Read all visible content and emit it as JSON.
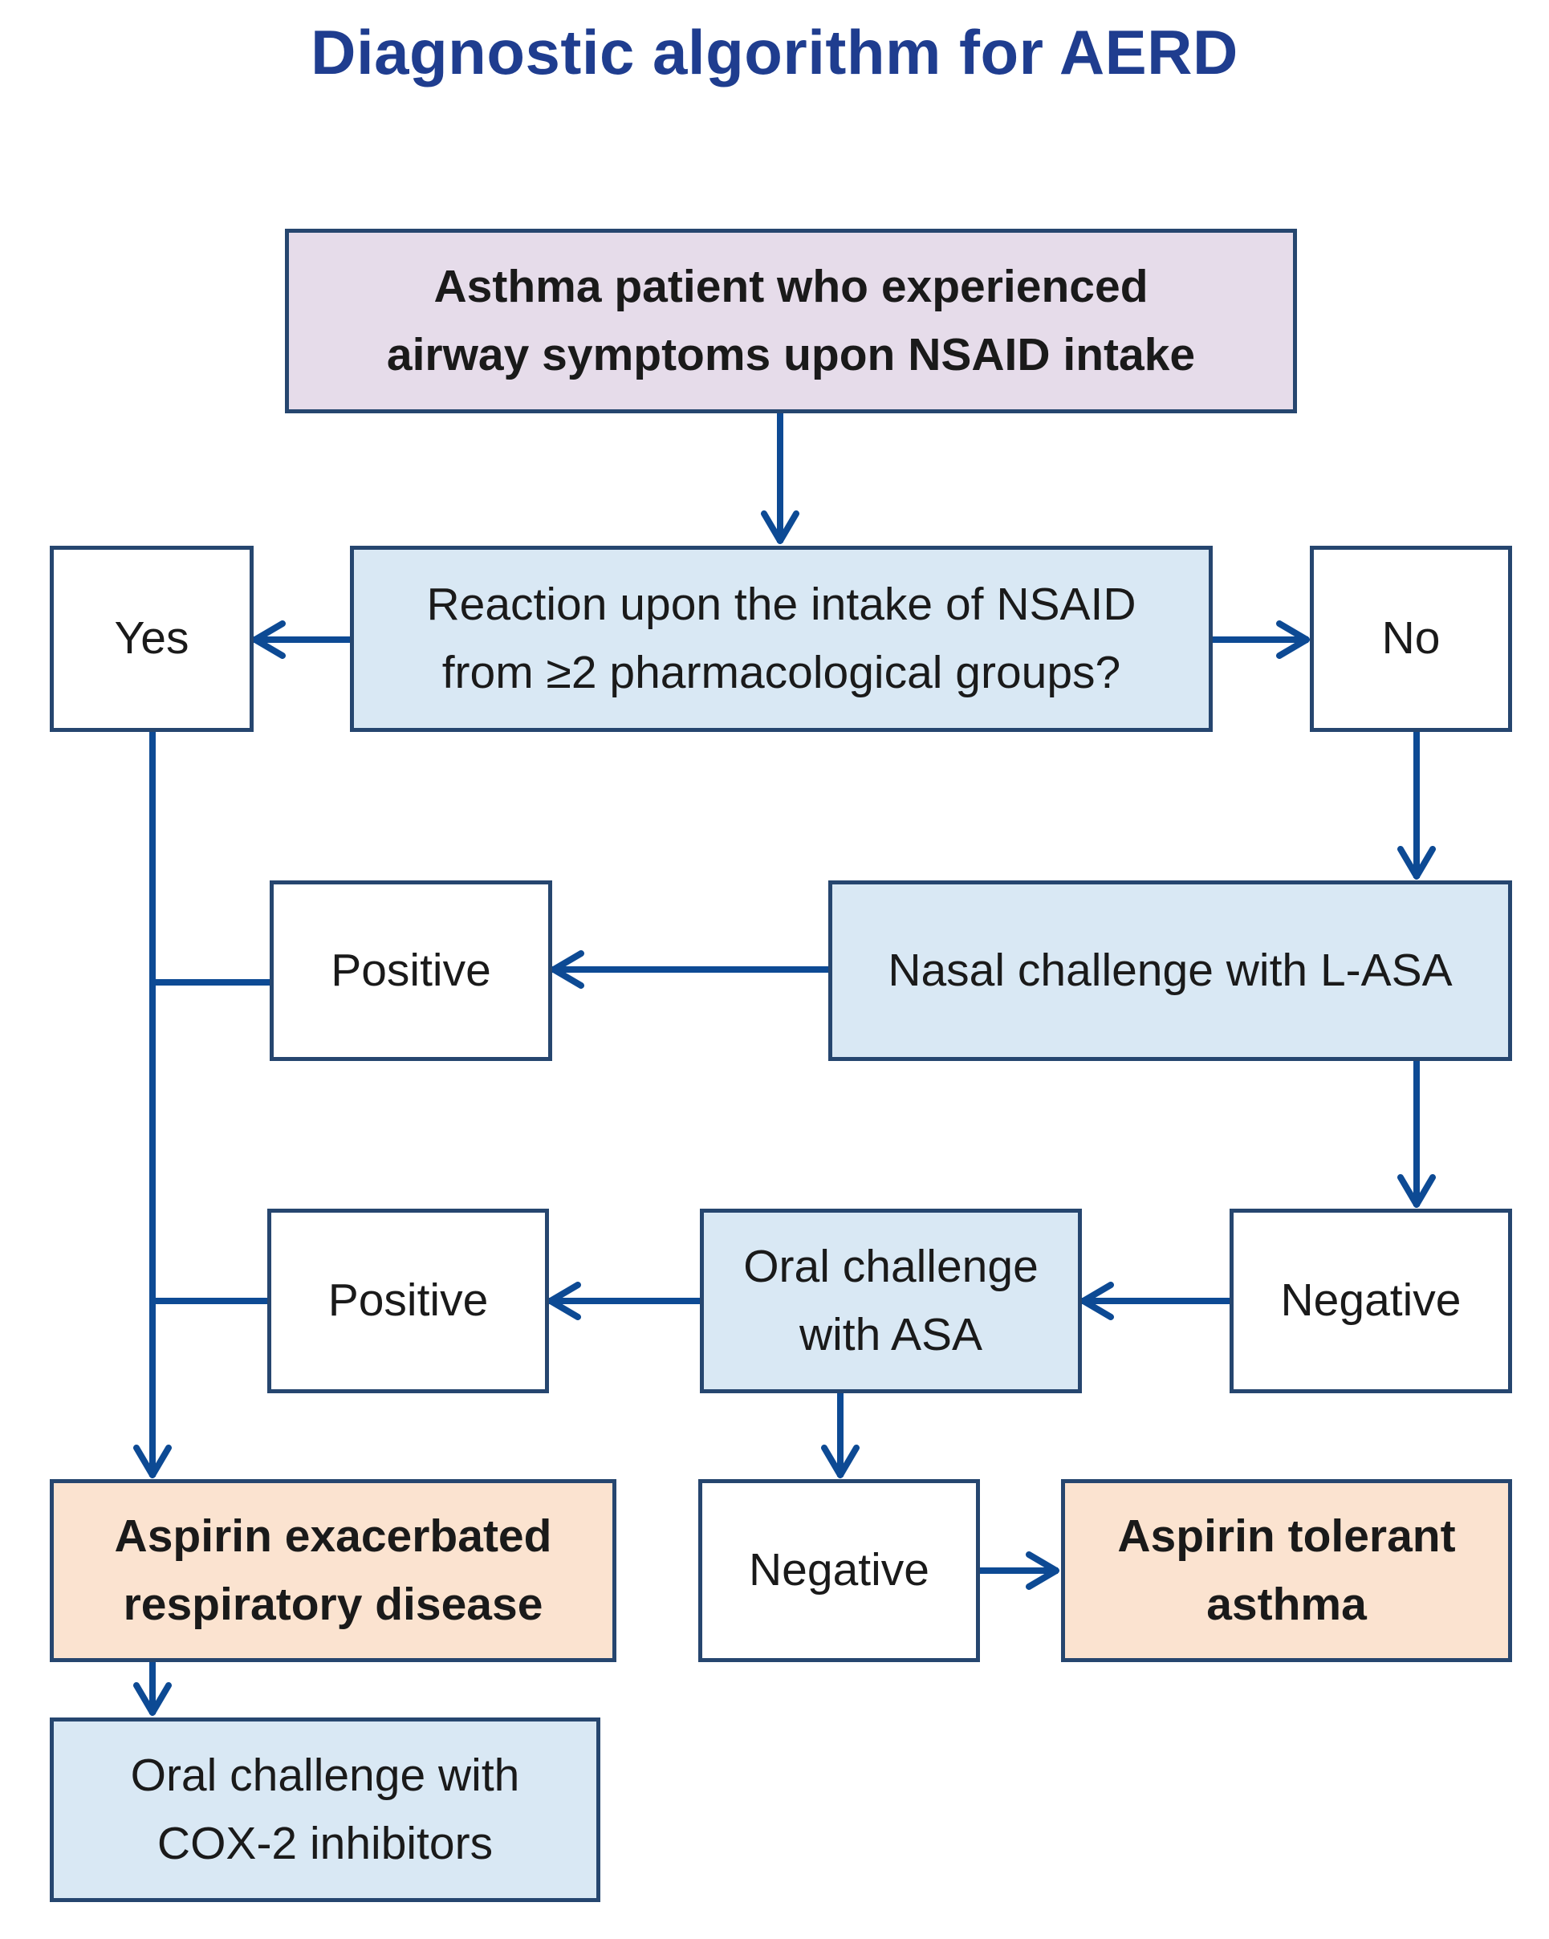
{
  "title": "Diagnostic algorithm for AERD",
  "colors": {
    "title": "#1f3d8f",
    "arrow": "#0d4a94",
    "border": "#26466f",
    "blue_fill": "#d9e8f4",
    "start_fill": "#e6dcea",
    "outcome_fill": "#fbe3d0"
  },
  "nodes": {
    "start": "Asthma patient who experienced airway symptoms upon NSAID intake",
    "question": "Reaction upon the intake of NSAID from ≥2 pharmacological groups?",
    "yes": "Yes",
    "no": "No",
    "nasal_challenge": "Nasal challenge with L-ASA",
    "positive_nasal": "Positive",
    "negative_nasal": "Negative",
    "oral_challenge": "Oral challenge with ASA",
    "positive_oral": "Positive",
    "negative_oral": "Negative",
    "aerd": "Aspirin exacerbated respiratory disease",
    "tolerant": "Aspirin tolerant asthma",
    "cox2": "Oral challenge with COX-2 inhibitors"
  },
  "edges": [
    {
      "from": "start",
      "to": "question"
    },
    {
      "from": "question",
      "to": "yes"
    },
    {
      "from": "question",
      "to": "no"
    },
    {
      "from": "no",
      "to": "nasal_challenge"
    },
    {
      "from": "nasal_challenge",
      "to": "positive_nasal"
    },
    {
      "from": "nasal_challenge",
      "to": "negative_nasal"
    },
    {
      "from": "negative_nasal",
      "to": "oral_challenge"
    },
    {
      "from": "oral_challenge",
      "to": "positive_oral"
    },
    {
      "from": "oral_challenge",
      "to": "negative_oral"
    },
    {
      "from": "negative_oral",
      "to": "tolerant"
    },
    {
      "from": "yes",
      "to": "aerd"
    },
    {
      "from": "positive_nasal",
      "to": "aerd"
    },
    {
      "from": "positive_oral",
      "to": "aerd"
    },
    {
      "from": "aerd",
      "to": "cox2"
    }
  ]
}
